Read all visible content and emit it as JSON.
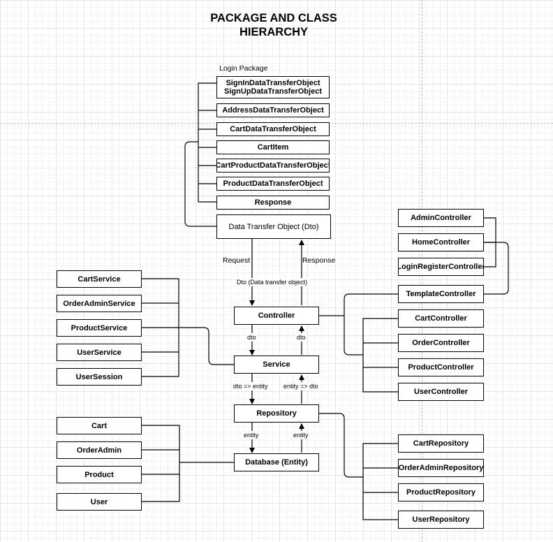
{
  "diagram": {
    "title_line1": "PACKAGE AND CLASS",
    "title_line2": "HIERARCHY",
    "login_package_label": "Login Package",
    "dto_group": {
      "signin": "SignInDataTransferObject",
      "signup": "SignUpDataTransferObject",
      "address": "AddressDataTransferObject",
      "cart_dto": "CartDataTransferObject",
      "cart_item": "CartItem",
      "cart_product_dto": "CartProductDataTransferObject",
      "product_dto": "ProductDataTransferObject",
      "response_class": "Response"
    },
    "layers": {
      "dto": "Data Transfer Object (Dto)",
      "controller": "Controller",
      "service": "Service",
      "repository": "Repository",
      "database": "Database (Entity)"
    },
    "edge_labels": {
      "request": "Request",
      "response": "Response",
      "dto_caption": "Dto (Data transfer object)",
      "ctrl_svc_dto_down": "dto",
      "ctrl_svc_dto_up": "dto",
      "svc_repo_down": "dto => entity",
      "svc_repo_up": "entity => dto",
      "repo_db_down": "entity",
      "repo_db_up": "entity"
    },
    "services": [
      "CartService",
      "OrderAdminService",
      "ProductService",
      "UserService",
      "UserSession"
    ],
    "entities": [
      "Cart",
      "OrderAdmin",
      "Product",
      "User"
    ],
    "controllers": {
      "admin": "AdminController",
      "home": "HomeController",
      "login_register": "LoginRegisterController",
      "template": "TemplateController",
      "cart": "CartController",
      "order": "OrderController",
      "product": "ProductController",
      "user": "UserController"
    },
    "repositories": [
      "CartRepository",
      "OrderAdminRepository",
      "ProductRepository",
      "UserRepository"
    ]
  }
}
